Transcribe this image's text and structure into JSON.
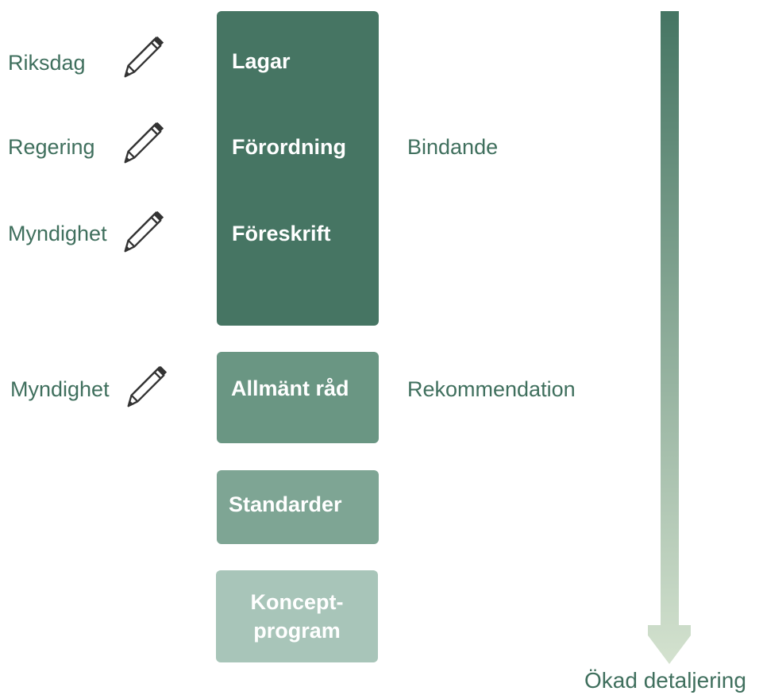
{
  "actors": [
    {
      "label": "Riksdag",
      "icon": "pencil-icon"
    },
    {
      "label": "Regering",
      "icon": "pencil-icon"
    },
    {
      "label": "Myndighet",
      "icon": "pencil-icon"
    },
    {
      "label": "Myndighet",
      "icon": "pencil-icon"
    }
  ],
  "binding_block": {
    "color": "#467563",
    "items": [
      "Lagar",
      "Förordning",
      "Föreskrift"
    ]
  },
  "blocks": [
    {
      "label": "Allmänt råd",
      "color": "#6a9683"
    },
    {
      "label": "Standarder",
      "color": "#7ea594"
    },
    {
      "label_line1": "Koncept-",
      "label_line2": "program",
      "color": "#a8c5b9"
    }
  ],
  "categories": {
    "binding": "Bindande",
    "recommendation": "Rekommendation"
  },
  "axis": {
    "label": "Ökad detaljering",
    "color_top": "#457563",
    "color_bottom": "#d4e2cf"
  }
}
